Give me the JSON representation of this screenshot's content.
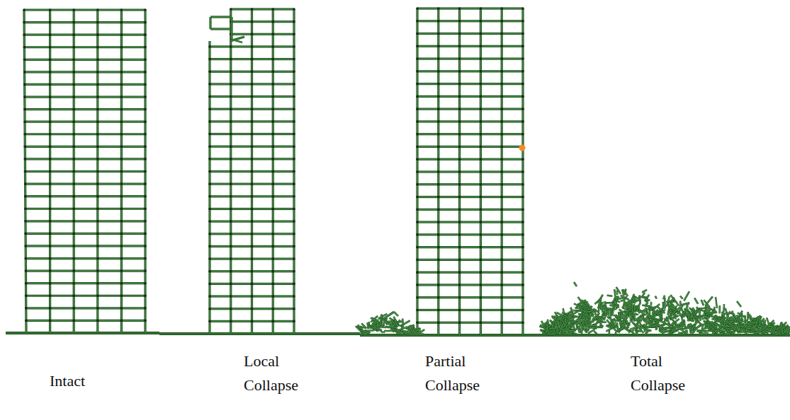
{
  "diagram": {
    "labels": [
      "Intact",
      "Local Collapse",
      "Partial Collapse",
      "Total Collapse"
    ]
  }
}
